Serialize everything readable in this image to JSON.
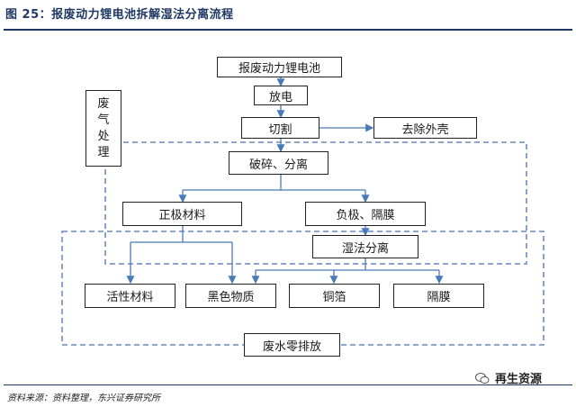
{
  "title": "图 25：报废动力锂电池拆解湿法分离流程",
  "nodes": {
    "battery": "报废动力锂电池",
    "discharge": "放电",
    "cutting": "切割",
    "remove_shell": "去除外壳",
    "crush": "破碎、分离",
    "cathode": "正极材料",
    "anode": "负极、隔膜",
    "wet_sep": "湿法分离",
    "active": "活性材料",
    "black": "黑色物质",
    "copper": "铜箔",
    "separator": "隔膜",
    "zero_discharge": "废水零排放",
    "gas_treatment": [
      "废",
      "气",
      "处",
      "理"
    ]
  },
  "source": "资料来源：资料整理，东兴证券研究所",
  "watermark": "再生资源",
  "colors": {
    "title": "#1f3864",
    "arrow": "#4a7ab8",
    "dashed": "#4a6fb5"
  }
}
